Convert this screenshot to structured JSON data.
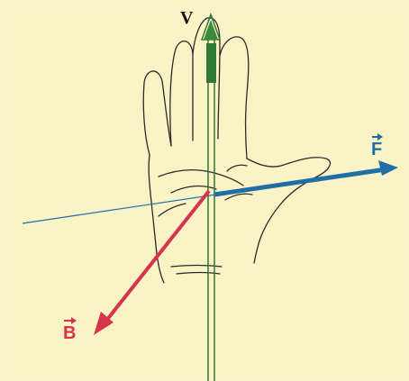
{
  "labels": {
    "velocity": "V",
    "force": "F",
    "field": "B"
  },
  "colors": {
    "background": "#faf3c6",
    "hand_outline": "#2b2b2b",
    "velocity": "#2e7a34",
    "force": "#1f6fa6",
    "field": "#d6334d"
  },
  "icons": {
    "hand": "hand-outline-icon"
  }
}
